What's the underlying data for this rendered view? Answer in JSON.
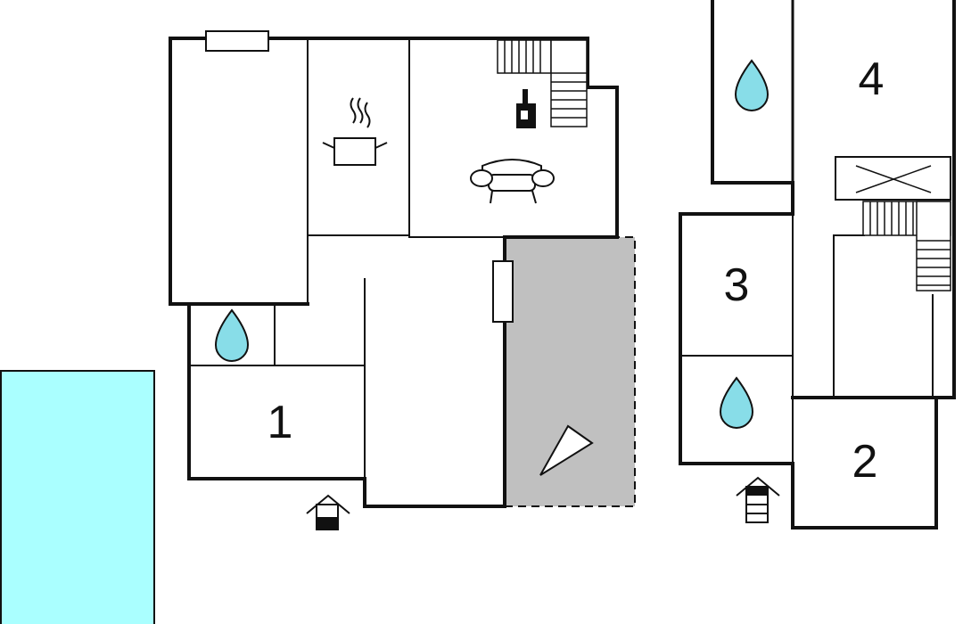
{
  "floorplan": {
    "rooms": [
      {
        "id": "room-1",
        "label": "1"
      },
      {
        "id": "room-2",
        "label": "2"
      },
      {
        "id": "room-3",
        "label": "3"
      },
      {
        "id": "room-4",
        "label": "4"
      }
    ],
    "icons": [
      "water-drop-icon",
      "cooking-pot-icon",
      "sofa-icon",
      "fireplace-icon",
      "staircase-icon",
      "entrance-icon",
      "terrace-flag-icon",
      "window-icon"
    ],
    "colors": {
      "wall": "#111111",
      "pool": "#aaffff",
      "water_drop": "#88dde8",
      "terrace": "#c0c0c0",
      "background": "#ffffff"
    }
  }
}
